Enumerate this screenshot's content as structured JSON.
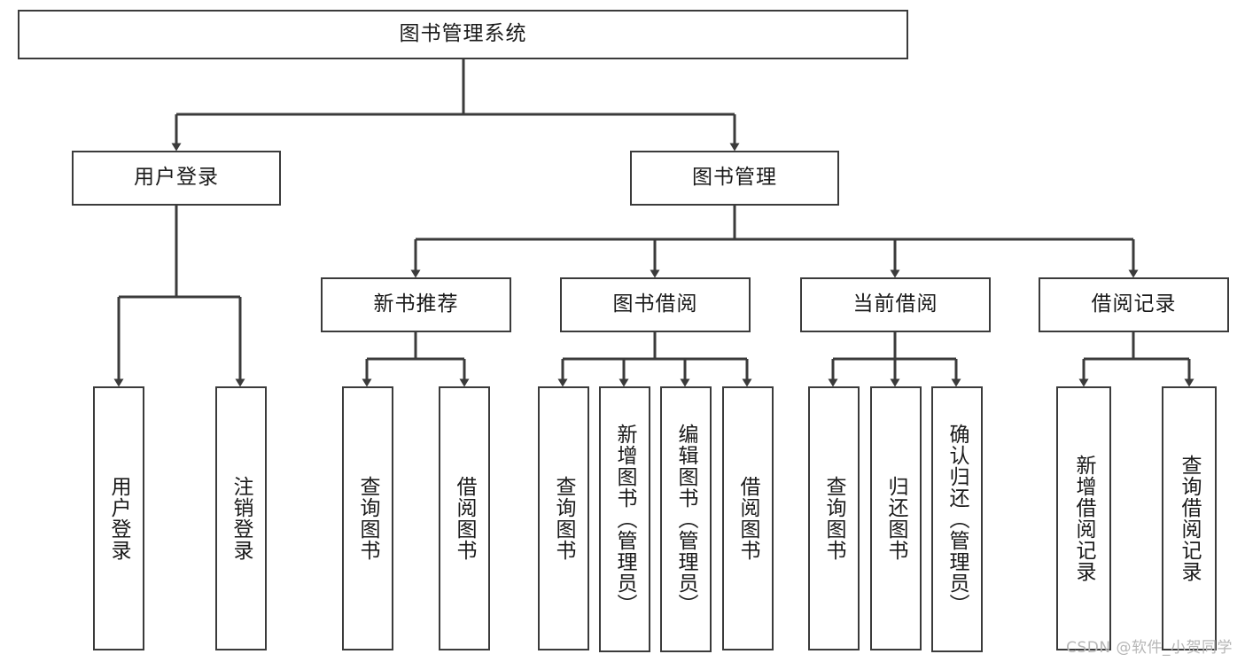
{
  "diagram": {
    "title": "图书管理系统",
    "type": "tree-hierarchy-chart",
    "colors": {
      "box_border": "#3b3b3b",
      "box_fill": "#ffffff",
      "edge": "#3b3b3b",
      "text": "#1a1a1a",
      "watermark": "#b6b6b6",
      "background": "#ffffff"
    },
    "root": {
      "label": "图书管理系统"
    },
    "level2": [
      {
        "label": "用户登录"
      },
      {
        "label": "图书管理"
      }
    ],
    "level3": [
      {
        "label": "新书推荐"
      },
      {
        "label": "图书借阅"
      },
      {
        "label": "当前借阅"
      },
      {
        "label": "借阅记录"
      }
    ],
    "leaves": {
      "user_login": [
        {
          "label": "用户登录"
        },
        {
          "label": "注销登录"
        }
      ],
      "new_book_recommend": [
        {
          "label": "查询图书"
        },
        {
          "label": "借阅图书"
        }
      ],
      "book_borrow": [
        {
          "label": "查询图书"
        },
        {
          "label": "新增图书（管理员）"
        },
        {
          "label": "编辑图书（管理员）"
        },
        {
          "label": "借阅图书"
        }
      ],
      "current_borrow": [
        {
          "label": "查询图书"
        },
        {
          "label": "归还图书"
        },
        {
          "label": "确认归还（管理员）"
        }
      ],
      "borrow_record": [
        {
          "label": "新增借阅记录"
        },
        {
          "label": "查询借阅记录"
        }
      ]
    },
    "watermark": "CSDN @软件_小贺同学"
  }
}
